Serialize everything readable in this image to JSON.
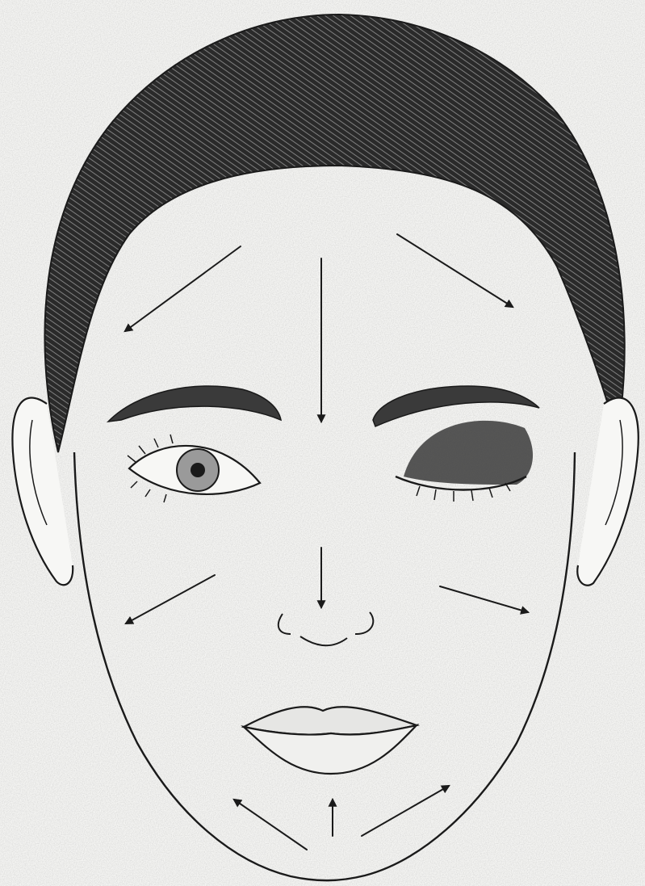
{
  "figure": {
    "subject": "face",
    "colors": {
      "paper": "#f4f4f2",
      "ink": "#1a1a1a",
      "hair": "#2a2a2a",
      "eyeshadow": "#3a3a3a",
      "skin": "#f7f7f5"
    },
    "arrow_icon": "arrow-icon",
    "arrow_directions": [
      "down-left",
      "down",
      "down-right",
      "down",
      "down-left",
      "right",
      "up-left",
      "up",
      "up-right"
    ]
  }
}
